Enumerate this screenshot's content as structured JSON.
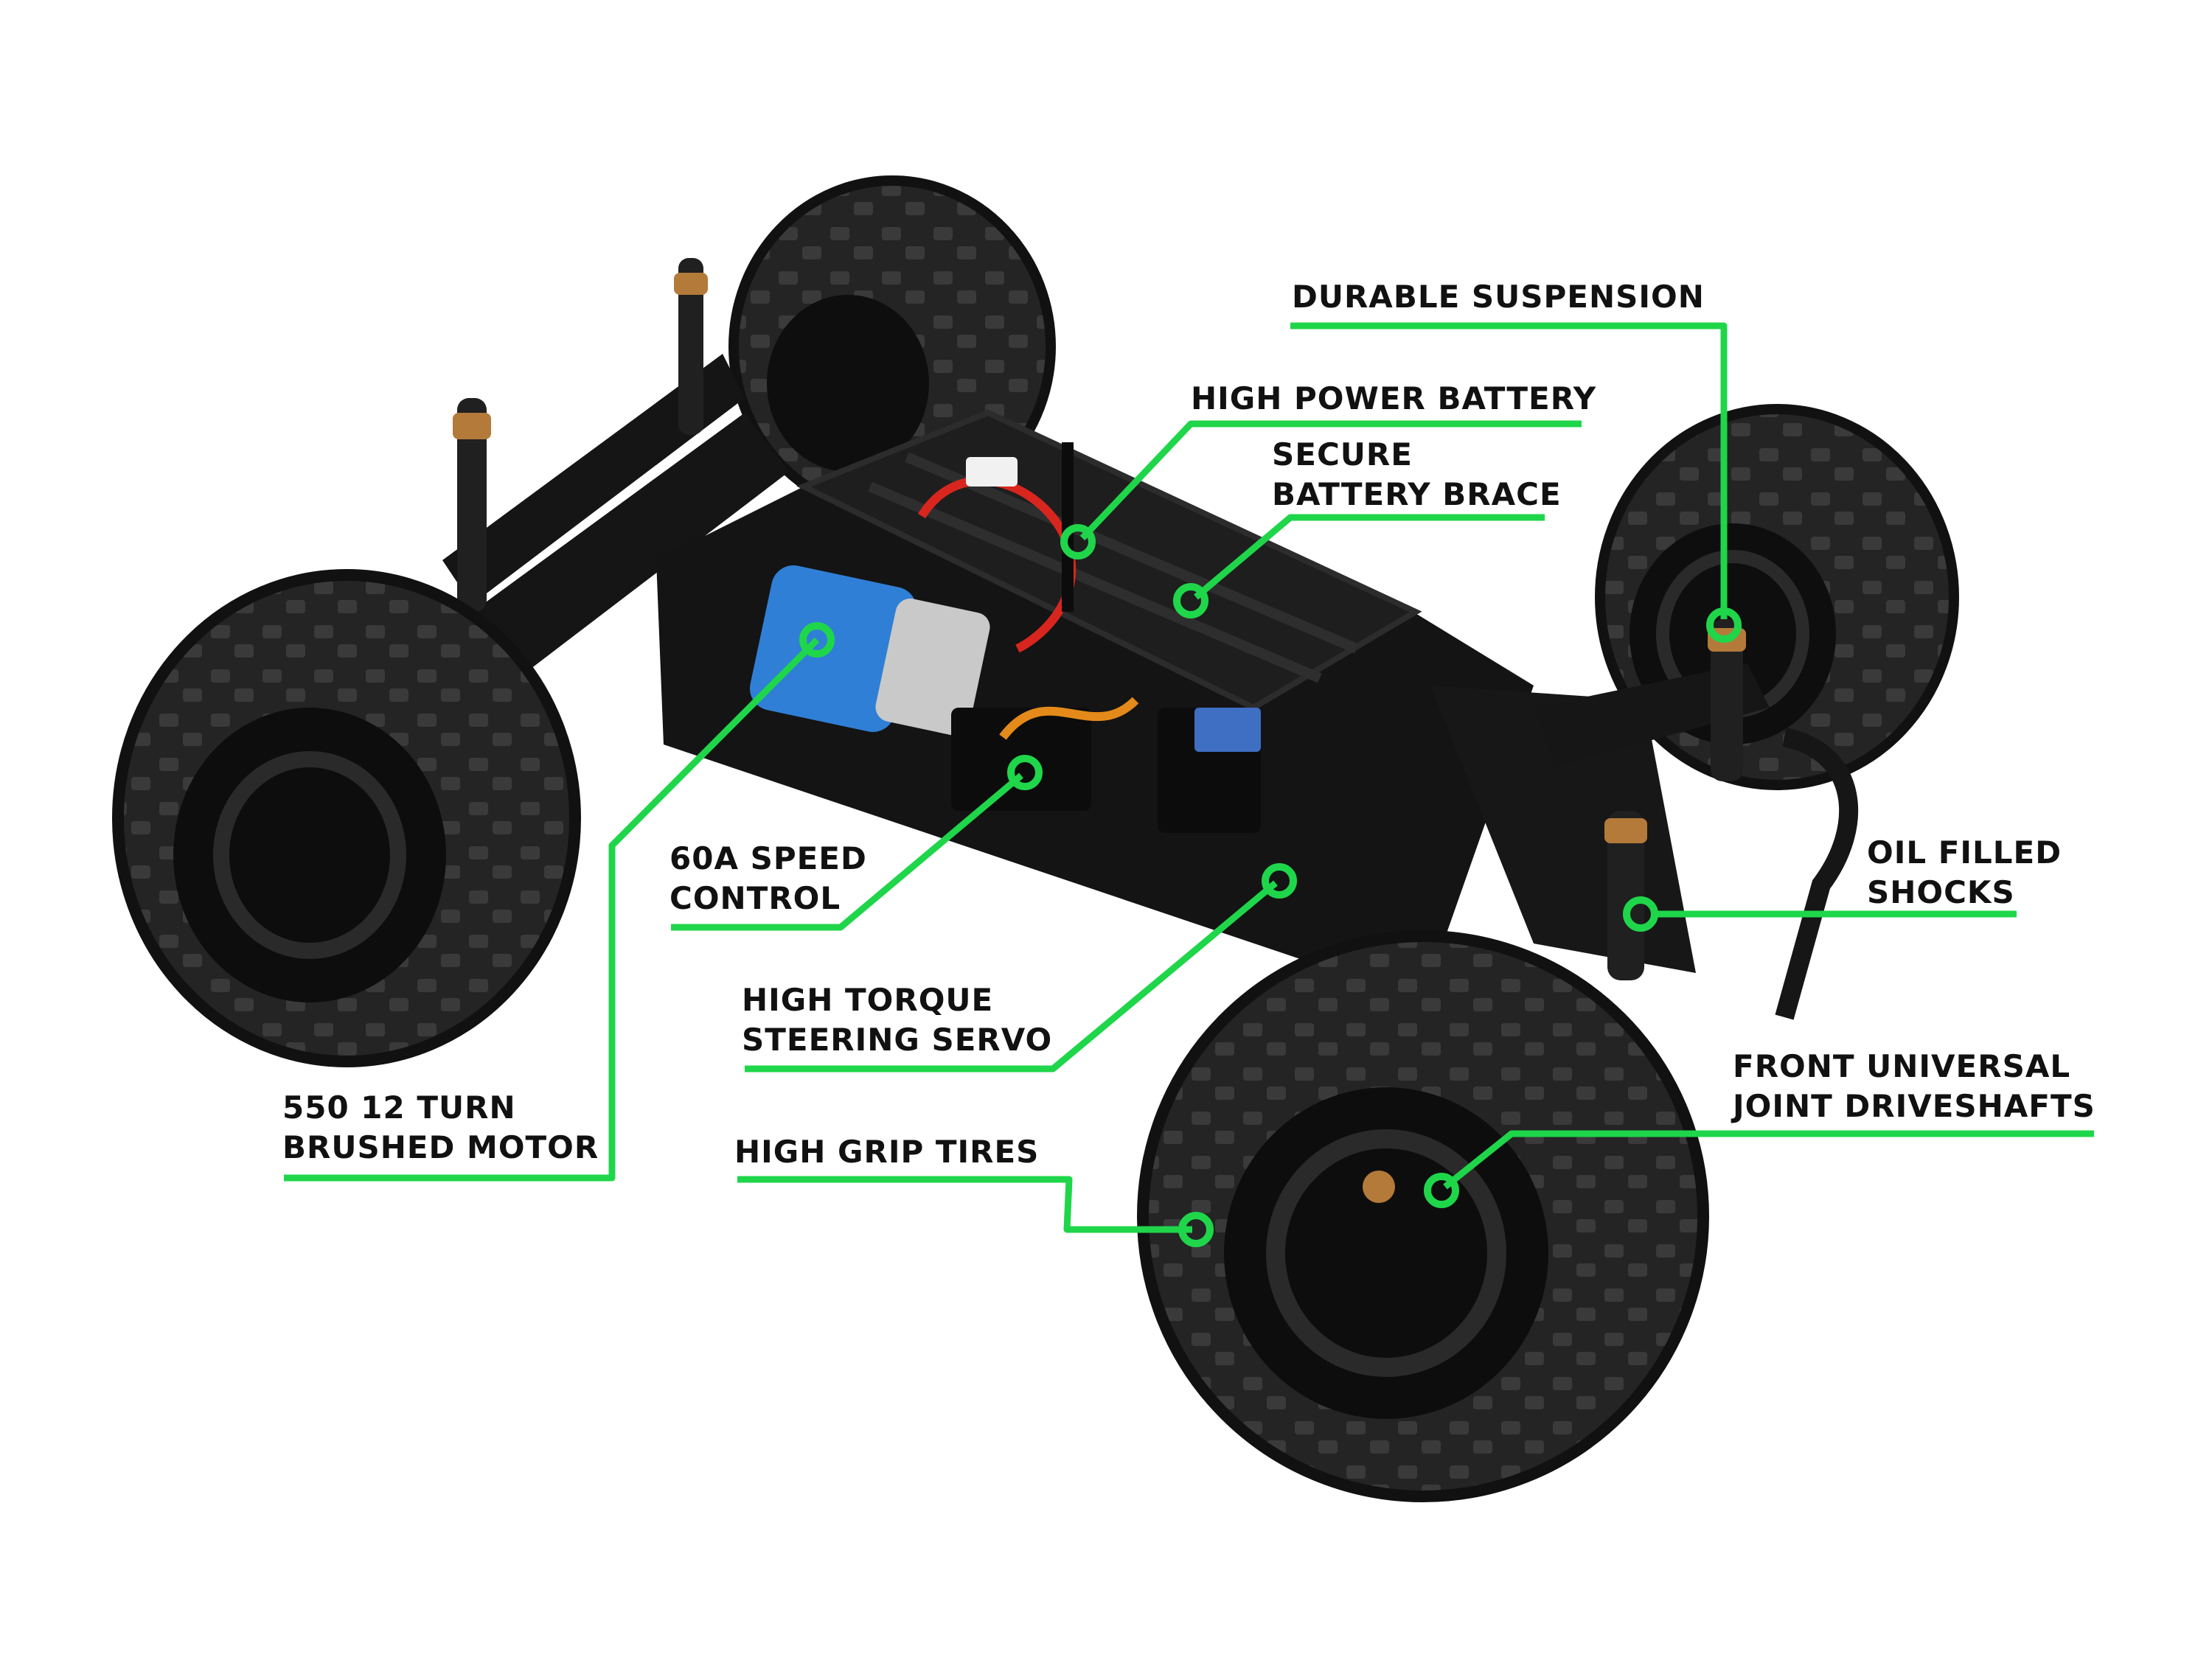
{
  "colors": {
    "background": "#ffffff",
    "accent": "#1fd64a",
    "text": "#111111",
    "chassis": "#1a1a1a",
    "tire": "#202020",
    "motor_can": "#2f7fd6",
    "wire_red": "#d8261e",
    "wire_orange": "#e48a1a"
  },
  "callouts": [
    {
      "id": "durable-suspension",
      "lines": [
        "DURABLE SUSPENSION"
      ]
    },
    {
      "id": "high-power-battery",
      "lines": [
        "HIGH POWER BATTERY"
      ]
    },
    {
      "id": "secure-battery-brace",
      "lines": [
        "SECURE",
        "BATTERY BRACE"
      ]
    },
    {
      "id": "oil-filled-shocks",
      "lines": [
        "OIL FILLED",
        "SHOCKS"
      ]
    },
    {
      "id": "front-universal-joint-driveshafts",
      "lines": [
        "FRONT UNIVERSAL",
        "JOINT DRIVESHAFTS"
      ]
    },
    {
      "id": "60a-speed-control",
      "lines": [
        "60A SPEED",
        "CONTROL"
      ]
    },
    {
      "id": "high-torque-steering-servo",
      "lines": [
        "HIGH TORQUE",
        "STEERING SERVO"
      ]
    },
    {
      "id": "550-12-turn-brushed-motor",
      "lines": [
        "550 12 TURN",
        "BRUSHED MOTOR"
      ]
    },
    {
      "id": "high-grip-tires",
      "lines": [
        "HIGH GRIP TIRES"
      ]
    }
  ]
}
